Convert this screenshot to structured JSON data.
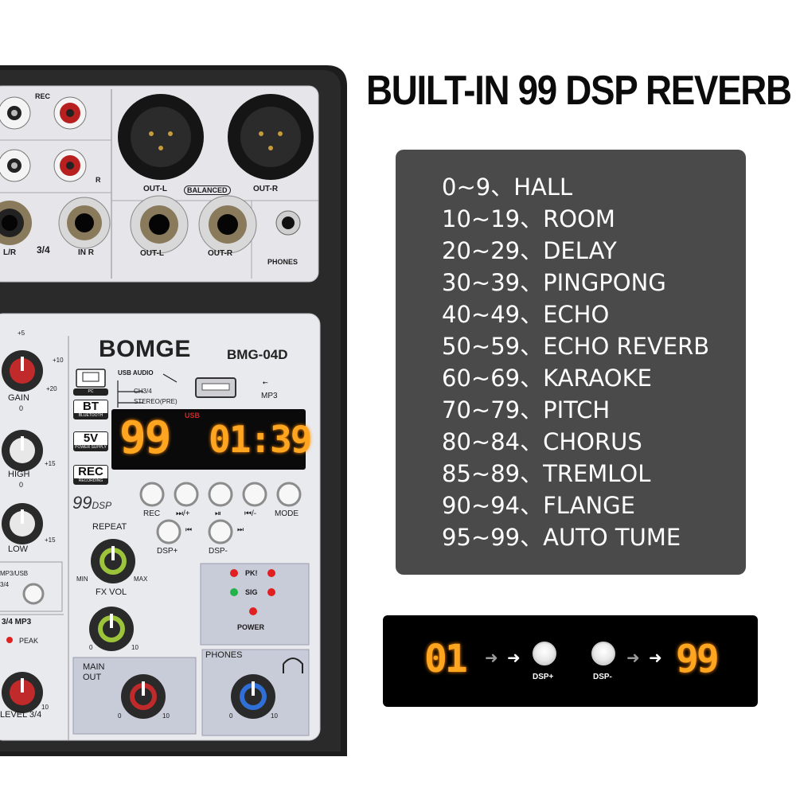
{
  "title": "BUILT-IN 99 DSP REVERB",
  "effects": [
    "0~9、HALL",
    "10~19、ROOM",
    "20~29、DELAY",
    "30~39、PINGPONG",
    "40~49、ECHO",
    "50~59、ECHO REVERB",
    "60~69、KARAOKE",
    "70~79、PITCH",
    "80~84、CHORUS",
    "85~89、TREMLOL",
    "90~94、FLANGE",
    "95~99、AUTO TUME"
  ],
  "dsp_demo": {
    "start": "01",
    "end": "99",
    "plus_label": "DSP+",
    "minus_label": "DSP-"
  },
  "mixer": {
    "brand": "BOMGE",
    "model": "BMG-04D",
    "rear": {
      "rec": "REC",
      "r": "R",
      "lr": "L/R",
      "ch34": "3/4",
      "in_r": "IN R",
      "out_l_xlr": "OUT-L",
      "balanced": "BALANCED",
      "out_r_xlr": "OUT-R",
      "out_l": "OUT-L",
      "out_r": "OUT-R",
      "phones": "PHONES"
    },
    "panel": {
      "usb_audio": "USB AUDIO",
      "ch34": "CH3/4",
      "stereo_pre": "STEREO(PRE)",
      "mp3": "MP3",
      "pc": "PC",
      "bt": "BT",
      "bt_sub": "BLUETOOTH",
      "v5": "5V",
      "v5_sub": "POWER SUPPLY",
      "rec": "REC",
      "rec_sub": "RECORDING",
      "dsp99": "99",
      "dsp99_suffix": "DSP",
      "lcd_left": "99",
      "lcd_usb": "USB",
      "lcd_right": "01:39",
      "btn_rec": "REC",
      "btn_next": "⏭/+",
      "btn_play": "⏯",
      "btn_prev": "⏮/-",
      "btn_mode": "MODE",
      "btn_dsp_plus": "DSP+",
      "btn_dsp_minus": "DSP-",
      "skip_back": "⏮",
      "skip_fwd": "⏭",
      "repeat": "REPEAT",
      "min": "MIN",
      "max": "MAX",
      "fx_vol": "FX VOL",
      "zero": "0",
      "ten": "10",
      "pk": "PK!",
      "sig": "SIG",
      "power": "POWER",
      "main_out": "MAIN OUT",
      "phones": "PHONES",
      "gain": "GAIN",
      "high": "HIGH",
      "low": "LOW",
      "mp3_usb": "MP3/USB",
      "ch34_short": "3/4",
      "ch34_mp3": "3/4 MP3",
      "peak": "PEAK",
      "level34": "LEVEL 3/4",
      "plus5": "+5",
      "plus10": "+10",
      "plus15": "+15",
      "plus20": "+20"
    }
  }
}
